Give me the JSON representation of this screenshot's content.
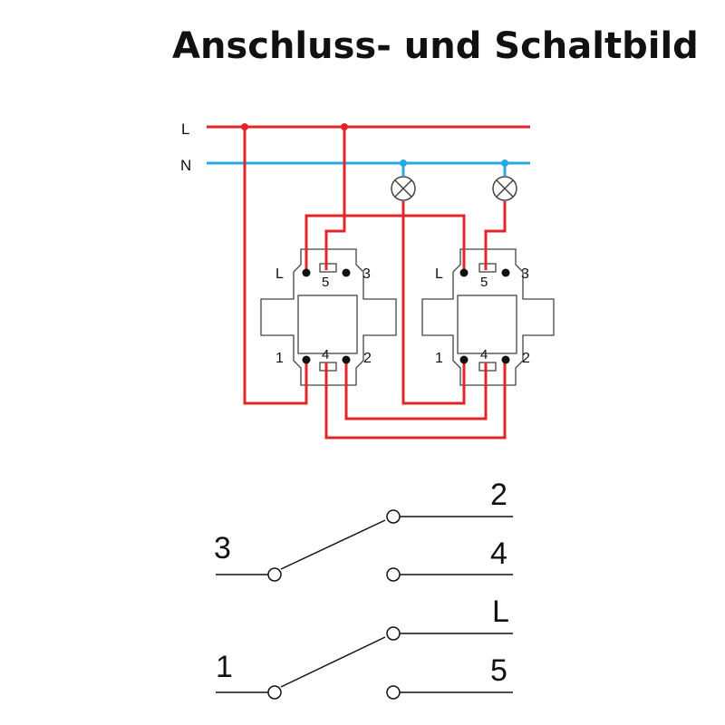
{
  "title": "Anschluss- und Schaltbild",
  "colors": {
    "phase": "#e3242b",
    "neutral": "#29a8e0",
    "outline": "#444444",
    "ink": "#111111"
  },
  "rails": {
    "phase": "L",
    "neutral": "N"
  },
  "switches": [
    {
      "top_left": "L",
      "top_mid": "5",
      "top_right": "3",
      "bot_left": "1",
      "bot_mid": "4",
      "bot_right": "2"
    },
    {
      "top_left": "L",
      "top_mid": "5",
      "top_right": "3",
      "bot_left": "1",
      "bot_mid": "4",
      "bot_right": "2"
    }
  ],
  "schematic": {
    "upper": {
      "common": "3",
      "out_top": "2",
      "out_bottom": "4"
    },
    "lower": {
      "common": "1",
      "out_top": "L",
      "out_bottom": "5"
    }
  }
}
